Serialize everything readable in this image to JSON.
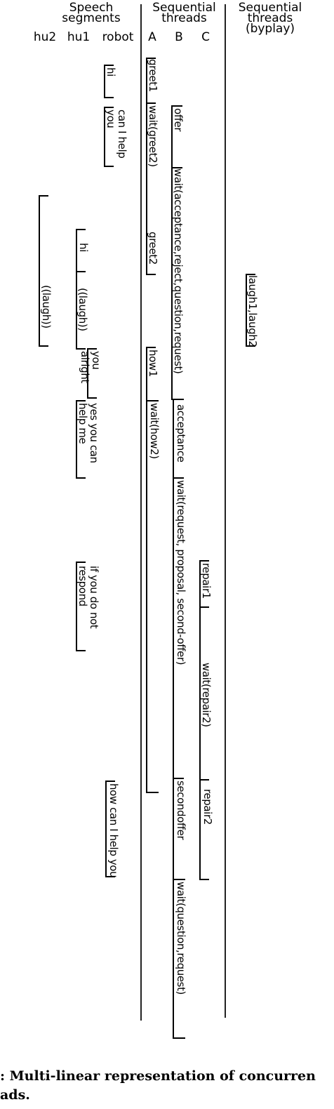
{
  "headers": {
    "speech": "Speech\nsegments",
    "seqthreads": "Sequential\nthreads",
    "byplay": "Sequential\nthreads\n(byplay)"
  },
  "columns": {
    "hu2": "hu2",
    "hu1": "hu1",
    "robot": "robot",
    "A": "A",
    "B": "B",
    "C": "C"
  },
  "segments": {
    "robot_hi": "hi",
    "robot_can_help": "can I help\nyou",
    "hu1_hi": "hi",
    "hu1_laugh": "((laugh))",
    "hu2_laugh": "((laugh))",
    "robot_you_alright": "you\nalright",
    "hu1_yes": "yes you can\nhelp me",
    "hu1_if_you": "if you do not\nrespond",
    "robot_how_can": "how can I help you"
  },
  "threads": {
    "A_greet1": "greet1",
    "A_wait_greet2": "wait(greet2)",
    "A_greet2": "greet2",
    "A_how1": "how1",
    "A_wait_how2": "wait(how2)",
    "B_offer": "offer",
    "B_wait_accept": "wait(acceptance,reject,question,request)",
    "B_acceptance": "acceptance",
    "B_wait_request": "wait(request, proposal, second-offer)",
    "B_secondoffer": "secondoffer",
    "B_wait_question": "wait(question,request)",
    "C_repair1": "repair1",
    "C_wait_repair2": "wait(repair2)",
    "C_repair2": "repair2",
    "byplay_laugh": "laugh1,laugh2"
  },
  "caption": ": Multi-linear representation of concurren\nads."
}
